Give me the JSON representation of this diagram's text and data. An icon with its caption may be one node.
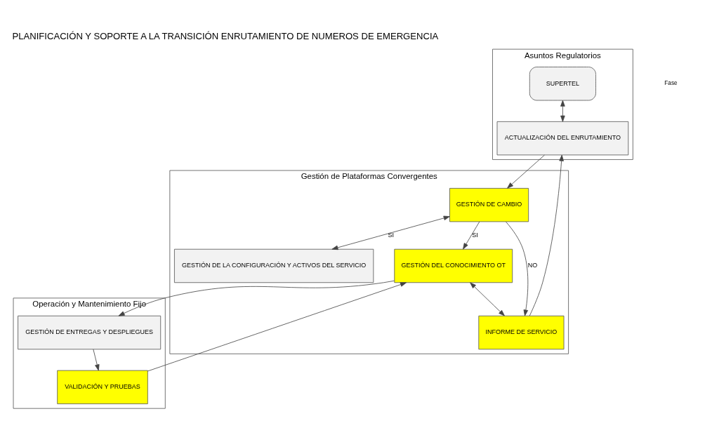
{
  "diagram": {
    "title": "PLANIFICACIÓN Y SOPORTE A LA TRANSICIÓN ENRUTAMIENTO DE NUMEROS DE EMERGENCIA",
    "nodes": [
      {
        "text": [
          "Asuntos Regulatorios"
        ]
      },
      {
        "text": [
          "SUPERTEL"
        ],
        "in": 0
      },
      {
        "text": [
          "ACTUALIZACIÓN DEL ENRUTAMIENTO"
        ],
        "in": 0
      },
      {
        "text": [
          "Gestión de Plataformas Convergentes"
        ]
      },
      {
        "text": [
          "GESTIÓN DE CAMBIO"
        ],
        "in": 3
      },
      {
        "text": [
          "GESTIÓN DE LA CONFIGURACIÓN Y ACTIVOS DEL SERVICIO"
        ],
        "in": 3
      },
      {
        "text": [
          "GESTIÓN DEL CONOCIMIENTO OT"
        ],
        "in": 3
      },
      {
        "text": [
          "INFORME DE SERVICIO"
        ],
        "in": 3
      },
      {
        "text": [
          "Operación y Mantenimiento Fijo"
        ]
      },
      {
        "text": [
          "GESTIÓN DE ENTREGAS Y DESPLIEGUES"
        ],
        "in": 8
      },
      {
        "text": [
          "VALIDACIÓN Y PRUEBAS"
        ],
        "in": 8
      }
    ],
    "edges": [
      {
        "from": 1,
        "to": 2,
        "arrow": "both"
      },
      {
        "from": 2,
        "to": 4,
        "arrow": "to"
      },
      {
        "from": 4,
        "to": 5,
        "arrow": "both",
        "label": "SI"
      },
      {
        "from": 4,
        "to": 6,
        "arrow": "to",
        "label": "SI"
      },
      {
        "from": 4,
        "to": 7,
        "arrow": "to",
        "label": "NO"
      },
      {
        "from": 6,
        "to": 7,
        "arrow": "both"
      },
      {
        "from": 7,
        "to": 2,
        "arrow": "to"
      },
      {
        "from": 6,
        "to": 9,
        "arrow": "to"
      },
      {
        "from": 9,
        "to": 10,
        "arrow": "to"
      },
      {
        "from": 10,
        "to": 6,
        "arrow": "to"
      }
    ],
    "labels": [
      "Fase"
    ]
  }
}
